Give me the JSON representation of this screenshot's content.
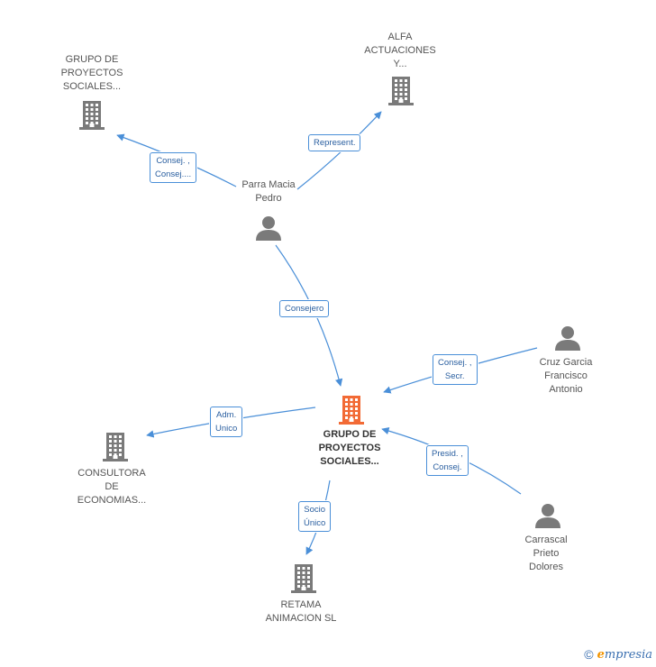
{
  "colors": {
    "edge": "#4a8fd8",
    "node_icon": "#7a7a7a",
    "main_icon": "#f26a35",
    "edge_label_border": "#4a8fd8",
    "edge_label_text": "#2a5fa0",
    "brand_e": "#f29400"
  },
  "nodes": [
    {
      "id": "grupo-top",
      "type": "company",
      "label": "GRUPO DE\nPROYECTOS\nSOCIALES..."
    },
    {
      "id": "alfa",
      "type": "company",
      "label": "ALFA\nACTUACIONES\nY..."
    },
    {
      "id": "parra",
      "type": "person",
      "label": "Parra Macia\nPedro"
    },
    {
      "id": "main",
      "type": "company-main",
      "label": "GRUPO DE\nPROYECTOS\nSOCIALES..."
    },
    {
      "id": "cruz",
      "type": "person",
      "label": "Cruz Garcia\nFrancisco\nAntonio"
    },
    {
      "id": "consultora",
      "type": "company",
      "label": "CONSULTORA\nDE\nECONOMIAS..."
    },
    {
      "id": "carrascal",
      "type": "person",
      "label": "Carrascal\nPrieto\nDolores"
    },
    {
      "id": "retama",
      "type": "company",
      "label": "RETAMA\nANIMACION SL"
    }
  ],
  "edges": [
    {
      "id": "parra-grupo-top",
      "from": "parra",
      "to": "grupo-top",
      "label": "Consej. ,\nConsej...."
    },
    {
      "id": "parra-alfa",
      "from": "parra",
      "to": "alfa",
      "label": "Represent."
    },
    {
      "id": "parra-main",
      "from": "parra",
      "to": "main",
      "label": "Consejero"
    },
    {
      "id": "cruz-main",
      "from": "cruz",
      "to": "main",
      "label": "Consej. ,\nSecr."
    },
    {
      "id": "main-consultora",
      "from": "main",
      "to": "consultora",
      "label": "Adm.\nUnico"
    },
    {
      "id": "carrascal-main",
      "from": "carrascal",
      "to": "main",
      "label": "Presid. ,\nConsej."
    },
    {
      "id": "main-retama",
      "from": "main",
      "to": "retama",
      "label": "Socio\nÚnico"
    }
  ],
  "footer": {
    "copyright": "©",
    "brand_e": "e",
    "brand_rest": "mpresia"
  }
}
